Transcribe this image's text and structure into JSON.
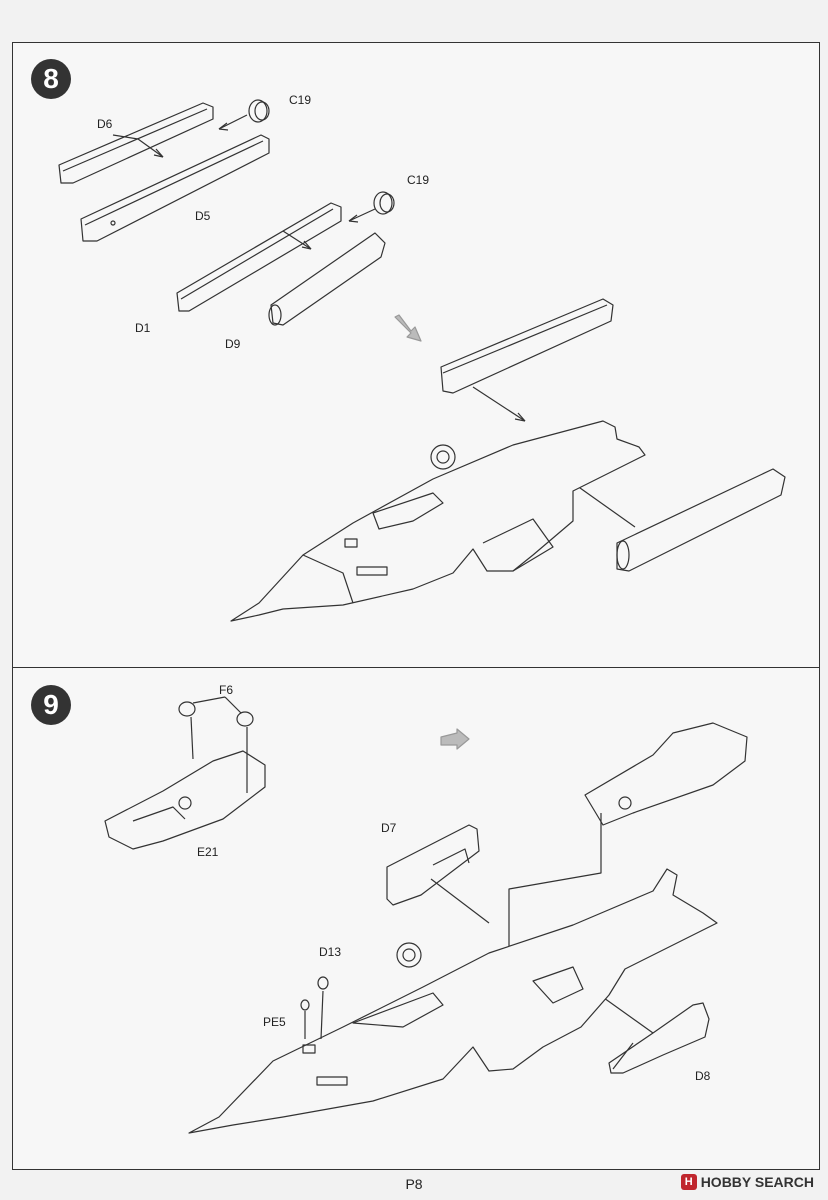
{
  "steps": [
    {
      "number": "8",
      "labels": {
        "c19_top": "C19",
        "d6": "D6",
        "d5": "D5",
        "c19_mid": "C19",
        "d1": "D1",
        "d9": "D9"
      }
    },
    {
      "number": "9",
      "labels": {
        "f6": "F6",
        "e21": "E21",
        "d7": "D7",
        "d13": "D13",
        "pe5": "PE5",
        "d8": "D8"
      }
    }
  ],
  "footer": {
    "page_number": "P8",
    "watermark_mark": "H",
    "watermark_text": "HOBBY SEARCH"
  }
}
